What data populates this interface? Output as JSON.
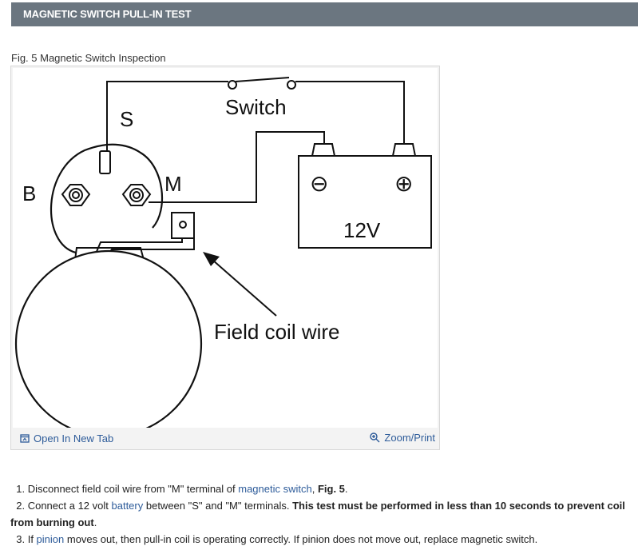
{
  "header": {
    "title": "MAGNETIC SWITCH PULL-IN TEST"
  },
  "figure": {
    "caption": "Fig. 5 Magnetic Switch Inspection",
    "labels": {
      "s": "S",
      "b": "B",
      "m": "M",
      "switch": "Switch",
      "minus": "⊖",
      "plus": "⊕",
      "voltage": "12V",
      "field_coil": "Field coil wire"
    },
    "open_tab_label": "Open In New Tab",
    "open_tab_icon": "open-tab-icon",
    "zoom_label": "Zoom/Print",
    "zoom_icon": "zoom-icon"
  },
  "steps": [
    {
      "num": "1.",
      "t1": "Disconnect field coil wire from \"M\" terminal of ",
      "link": "magnetic switch",
      "t2": ", ",
      "bold": "Fig. 5",
      "t3": "."
    },
    {
      "num": "2.",
      "t1": "Connect a 12 volt ",
      "link": "battery",
      "t2": " between \"S\" and \"M\" terminals. ",
      "bold": "This test must be performed in less than 10 seconds to prevent coil from burning out",
      "t3": "."
    },
    {
      "num": "3.",
      "t1": "If ",
      "link": "pinion",
      "t2": " moves out, then pull-in coil is operating correctly. If pinion does not move out, replace magnetic switch."
    }
  ],
  "colors": {
    "header_bg": "#6b7680",
    "link": "#2e5c9a"
  }
}
